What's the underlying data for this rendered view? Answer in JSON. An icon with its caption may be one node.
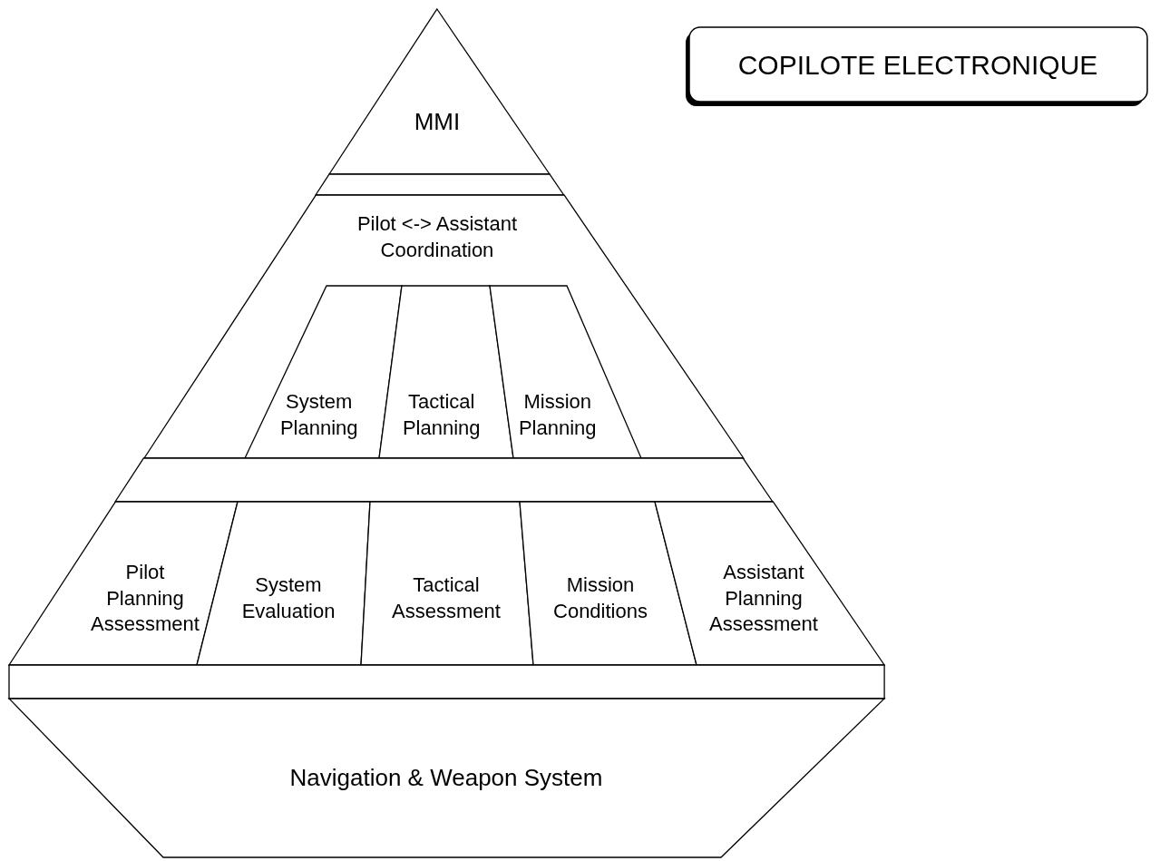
{
  "diagram": {
    "nodes": [
      {
        "text": [
          "COPILOTE ELECTRONIQUE"
        ]
      },
      {
        "text": [
          "MMI"
        ]
      },
      {
        "text": [],
        "shape": "bar"
      },
      {
        "text": [
          "Pilot <-> Assistant Coordination"
        ]
      },
      {
        "text": [
          "System Planning"
        ],
        "in": 3
      },
      {
        "text": [
          "Tactical Planning"
        ],
        "in": 3
      },
      {
        "text": [
          "Mission Planning"
        ],
        "in": 3
      },
      {
        "text": [],
        "shape": "bar"
      },
      {
        "text": [
          "Pilot Planning Assessment"
        ]
      },
      {
        "text": [
          "System Evaluation"
        ]
      },
      {
        "text": [
          "Tactical Assessment"
        ]
      },
      {
        "text": [
          "Mission Conditions"
        ]
      },
      {
        "text": [
          "Assistant Planning Assessment"
        ]
      },
      {
        "text": [],
        "shape": "bar"
      },
      {
        "text": [
          "Navigation & Weapon System"
        ]
      }
    ],
    "edges": []
  }
}
